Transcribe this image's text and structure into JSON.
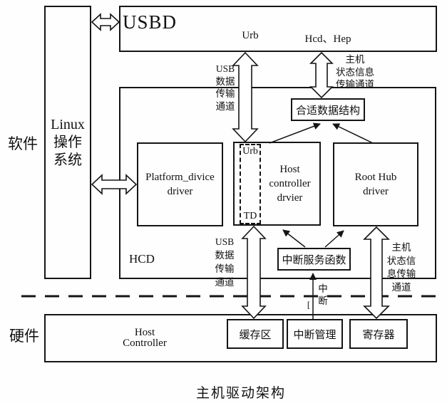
{
  "title": "主机驱动架构",
  "layers": {
    "software": "软件",
    "hardware": "硬件"
  },
  "nodes": {
    "linux": "Linux\n操作\n系统",
    "usbd": "USBD",
    "hcd": "HCD",
    "platform_driver": "Platform_divice\ndriver",
    "host_controller_driver": "Host\ncontroller\ndrvier",
    "root_hub_driver": "Root Hub\ndriver",
    "suitable_structure": "合适数据结构",
    "interrupt_service": "中断服务函数",
    "host_controller_hw": "Host\nController",
    "buffer": "缓存区",
    "interrupt_mgmt": "中断管理",
    "registers": "寄存器",
    "urb_slot": "Urb",
    "td_slot": "TD"
  },
  "labels": {
    "urb": "Urb",
    "hcd_hep": "Hcd、Hep",
    "usb_channel_top": "USB\n数据\n传输\n通道",
    "usb_channel_bottom": "USB\n数据\n传输\n通道",
    "host_status_channel_top": "主机\n状态信息\n传输通道",
    "host_status_channel_bottom": "主机\n状态信\n息传输\n通道",
    "interrupt": "中\n断",
    "interrupt_bracket": "["
  },
  "colors": {
    "ink": "#151515",
    "background": "#fefefe"
  }
}
